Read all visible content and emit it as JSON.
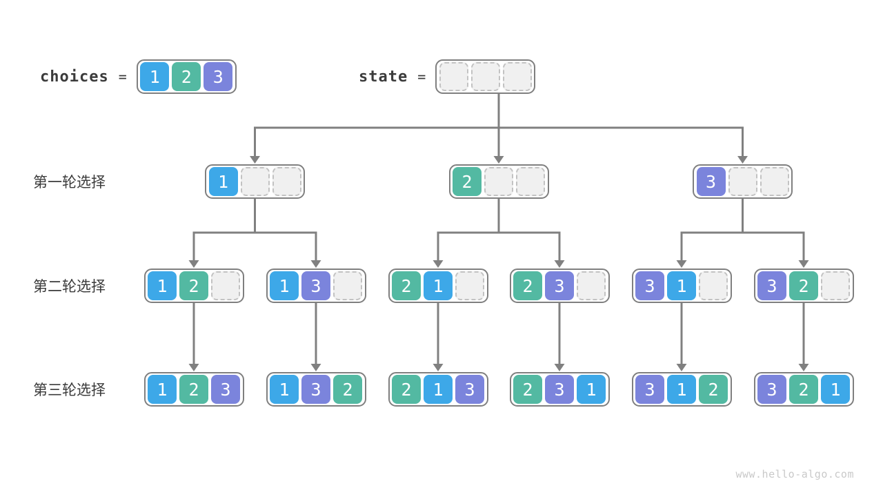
{
  "header": {
    "choices": {
      "label": "choices",
      "equals": "=",
      "cells": [
        1,
        2,
        3
      ]
    },
    "state": {
      "label": "state",
      "equals": "=",
      "cells": [
        null,
        null,
        null
      ]
    }
  },
  "rows": [
    {
      "label": "第一轮选择",
      "nodes": [
        [
          1,
          null,
          null
        ],
        [
          2,
          null,
          null
        ],
        [
          3,
          null,
          null
        ]
      ]
    },
    {
      "label": "第二轮选择",
      "nodes": [
        [
          1,
          2,
          null
        ],
        [
          1,
          3,
          null
        ],
        [
          2,
          1,
          null
        ],
        [
          2,
          3,
          null
        ],
        [
          3,
          1,
          null
        ],
        [
          3,
          2,
          null
        ]
      ]
    },
    {
      "label": "第三轮选择",
      "nodes": [
        [
          1,
          2,
          3
        ],
        [
          1,
          3,
          2
        ],
        [
          2,
          1,
          3
        ],
        [
          2,
          3,
          1
        ],
        [
          3,
          1,
          2
        ],
        [
          3,
          2,
          1
        ]
      ]
    }
  ],
  "colors": {
    "value1": "#3da8e8",
    "value2": "#53b9a2",
    "value3": "#7b84dc",
    "node_border": "#7f7f7f",
    "empty_cell_fill": "#f0f0f0",
    "empty_cell_border": "#c2c2c2",
    "connector": "#808080",
    "text_dark": "#3b3b3b",
    "cell_text": "#ffffff",
    "watermark": "#c9c9c9"
  },
  "footer": {
    "watermark": "www.hello-algo.com"
  }
}
